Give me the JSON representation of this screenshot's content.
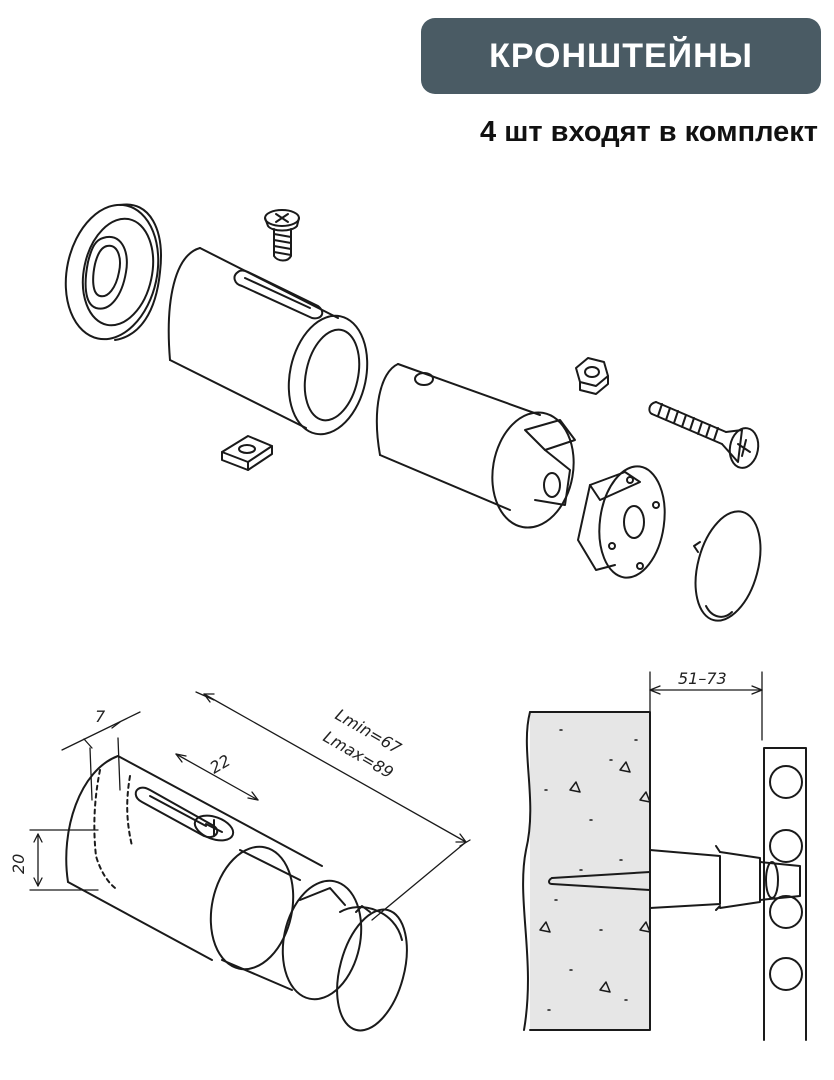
{
  "header": {
    "title": "КРОНШТЕЙНЫ",
    "subtitle": "4 шт входят в комплект"
  },
  "colors": {
    "badge_bg": "#4a5b64",
    "badge_text": "#ffffff",
    "line": "#1a1a1a",
    "wall_fill": "#e6e6e6"
  },
  "dimensions": {
    "slot_width": "7",
    "slot_length": "22",
    "diameter": "20",
    "length_min": "Lmin=67",
    "length_max": "Lmax=89",
    "wall_offset": "51–73"
  }
}
